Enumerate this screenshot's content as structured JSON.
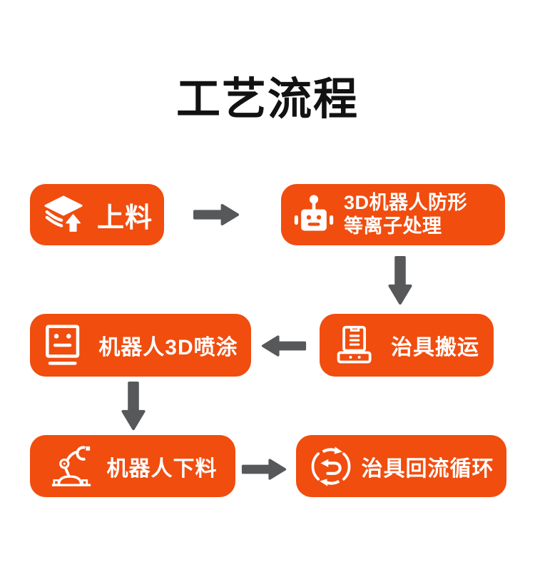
{
  "title": "工艺流程",
  "colors": {
    "node_background": "#F04D0F",
    "node_text": "#FFFFFF",
    "arrow": "#57585A",
    "title_text": "#121212",
    "page_background": "#FFFFFF"
  },
  "flow": {
    "nodes": [
      {
        "id": "loading",
        "label": "上料",
        "icon": "stacked-layers-load-icon"
      },
      {
        "id": "plasma",
        "lines": [
          "3D机器人防形",
          "等离子处理"
        ],
        "icon": "robot-head-icon"
      },
      {
        "id": "jig-transport",
        "label": "治具搬运",
        "icon": "jig-cart-icon"
      },
      {
        "id": "robot-spray",
        "label": "机器人3D喷涂",
        "icon": "robot-face-icon"
      },
      {
        "id": "robot-unload",
        "label": "机器人下料",
        "icon": "robot-arm-icon"
      },
      {
        "id": "jig-return",
        "label": "治具回流循环",
        "icon": "recycle-loop-icon"
      }
    ],
    "arrows": [
      {
        "from": "loading",
        "to": "plasma",
        "direction": "right"
      },
      {
        "from": "plasma",
        "to": "jig-transport",
        "direction": "down"
      },
      {
        "from": "jig-transport",
        "to": "robot-spray",
        "direction": "left"
      },
      {
        "from": "robot-spray",
        "to": "robot-unload",
        "direction": "down"
      },
      {
        "from": "robot-unload",
        "to": "jig-return",
        "direction": "right"
      }
    ]
  }
}
